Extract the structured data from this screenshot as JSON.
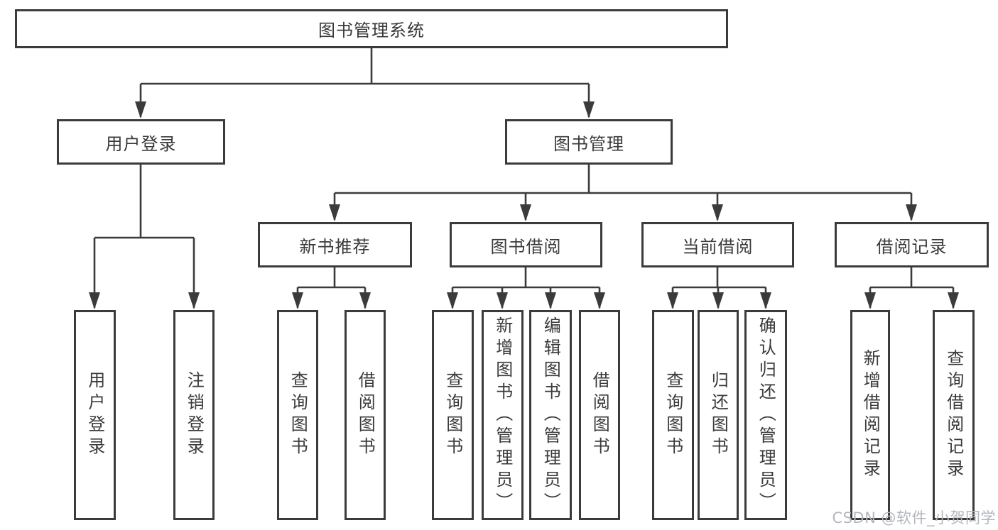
{
  "tree": {
    "root": {
      "label": "图书管理系统",
      "children": [
        {
          "label": "用户登录",
          "children": [
            {
              "label": "用户登录"
            },
            {
              "label": "注销登录"
            }
          ]
        },
        {
          "label": "图书管理",
          "children": [
            {
              "label": "新书推荐",
              "children": [
                {
                  "label": "查询图书"
                },
                {
                  "label": "借阅图书"
                }
              ]
            },
            {
              "label": "图书借阅",
              "children": [
                {
                  "label": "查询图书"
                },
                {
                  "label": "新增图书（管理员）"
                },
                {
                  "label": "编辑图书（管理员）"
                },
                {
                  "label": "借阅图书"
                }
              ]
            },
            {
              "label": "当前借阅",
              "children": [
                {
                  "label": "查询图书"
                },
                {
                  "label": "归还图书"
                },
                {
                  "label": "确认归还（管理员）"
                }
              ]
            },
            {
              "label": "借阅记录",
              "children": [
                {
                  "label": "新增借阅记录"
                },
                {
                  "label": "查询借阅记录"
                }
              ]
            }
          ]
        }
      ]
    }
  },
  "watermark": {
    "text": "CSDN @软件_小贺同学"
  },
  "colors": {
    "line": "#3b3b3b",
    "border": "#3b3b3b",
    "text": "#3a3a3a",
    "watermark": "#b3b6bd",
    "background": "#ffffff"
  }
}
